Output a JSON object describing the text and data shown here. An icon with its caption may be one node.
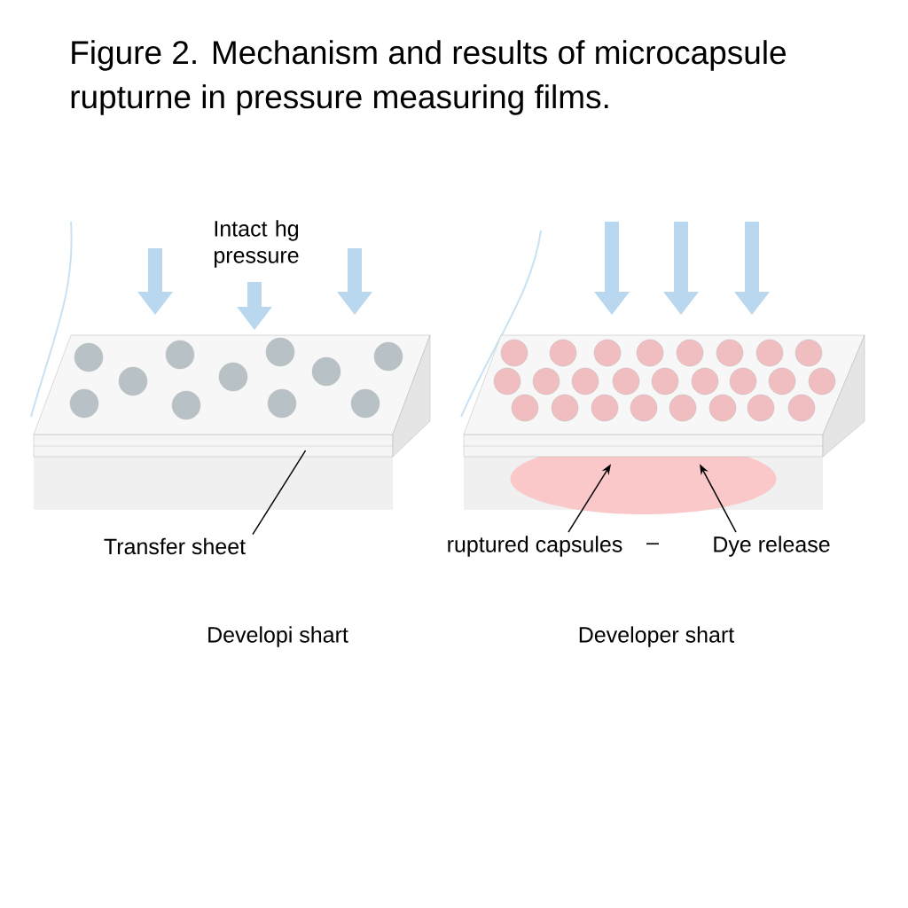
{
  "diagram": {
    "title": "Figure 2. Mechanism and results of microcapsule rupturne in pressure measuring films.",
    "nodes": [
      {
        "text": [],
        "shape": "picture"
      },
      {
        "text": [],
        "shape": "picture"
      },
      {
        "text": [
          "Transfer sheet"
        ]
      },
      {
        "text": [
          "ruptured capsules"
        ]
      },
      {
        "text": [
          "Dye release"
        ]
      }
    ],
    "edges": [
      {
        "from": 2,
        "to": 0,
        "arrow": "none"
      },
      {
        "from": 3,
        "to": 1,
        "arrow": "to"
      },
      {
        "from": 4,
        "to": 1,
        "arrow": "to"
      }
    ],
    "labels": [
      "Intact hg pressure",
      "–",
      "Developi shart",
      "Developer shart"
    ]
  }
}
